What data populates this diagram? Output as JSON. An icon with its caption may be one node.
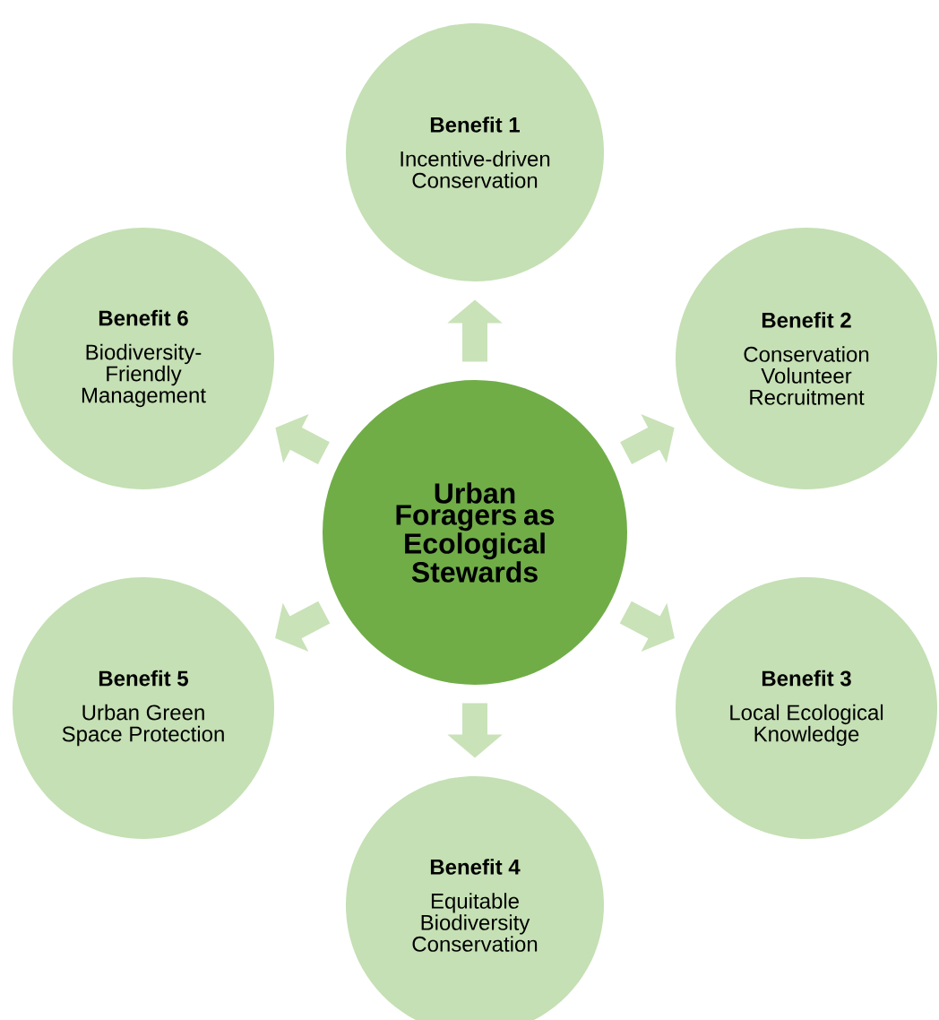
{
  "diagram": {
    "nodes": [
      {
        "text": [
          "Urban Foragers as Ecological Stewards"
        ]
      },
      {
        "text": [
          "Benefit 1",
          "Incentive-driven Conservation"
        ]
      },
      {
        "text": [
          "Benefit 2",
          "Conservation Volunteer Recruitment"
        ]
      },
      {
        "text": [
          "Benefit 3",
          "Local Ecological Knowledge"
        ]
      },
      {
        "text": [
          "Benefit 4",
          "Equitable Biodiversity Conservation"
        ]
      },
      {
        "text": [
          "Benefit 5",
          "Urban Green Space Protection"
        ]
      },
      {
        "text": [
          "Benefit 6",
          "Biodiversity-Friendly Management"
        ]
      }
    ],
    "edges": [
      {
        "from": 0,
        "to": 1,
        "arrow": "to"
      },
      {
        "from": 0,
        "to": 2,
        "arrow": "to"
      },
      {
        "from": 0,
        "to": 3,
        "arrow": "to"
      },
      {
        "from": 0,
        "to": 4,
        "arrow": "to"
      },
      {
        "from": 0,
        "to": 5,
        "arrow": "to"
      },
      {
        "from": 0,
        "to": 6,
        "arrow": "to"
      }
    ]
  }
}
